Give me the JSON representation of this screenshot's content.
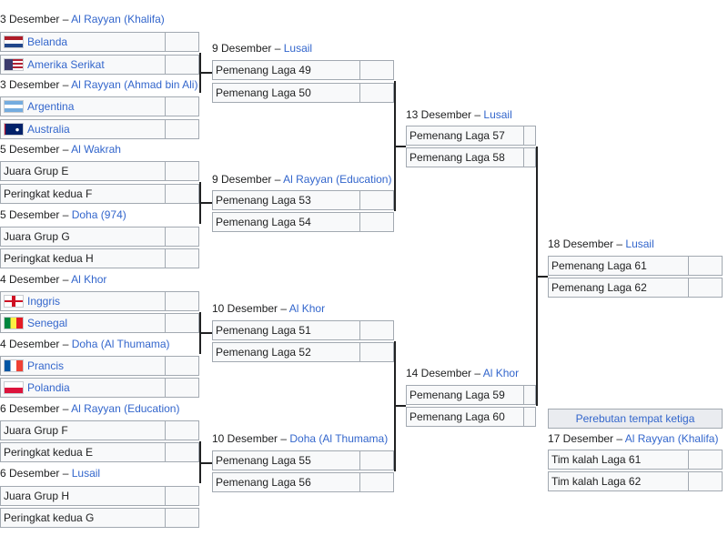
{
  "round_of_16": [
    {
      "date": "3 Desember",
      "venue": "Al Rayyan (Khalifa)",
      "teams": [
        {
          "name": "Belanda",
          "flag": "nl-flag-icon",
          "link": true
        },
        {
          "name": "Amerika Serikat",
          "flag": "us-flag-icon",
          "link": true
        }
      ]
    },
    {
      "date": "3 Desember",
      "venue": "Al Rayyan (Ahmad bin Ali)",
      "teams": [
        {
          "name": "Argentina",
          "flag": "ar-flag-icon",
          "link": true
        },
        {
          "name": "Australia",
          "flag": "au-flag-icon",
          "link": true
        }
      ]
    },
    {
      "date": "5 Desember",
      "venue": "Al Wakrah",
      "teams": [
        {
          "name": "Juara Grup E",
          "link": false
        },
        {
          "name": "Peringkat kedua F",
          "link": false
        }
      ]
    },
    {
      "date": "5 Desember",
      "venue": "Doha (974)",
      "teams": [
        {
          "name": "Juara Grup G",
          "link": false
        },
        {
          "name": "Peringkat kedua H",
          "link": false
        }
      ]
    },
    {
      "date": "4 Desember",
      "venue": "Al Khor",
      "teams": [
        {
          "name": "Inggris",
          "flag": "en-flag-icon",
          "link": true
        },
        {
          "name": "Senegal",
          "flag": "sn-flag-icon",
          "link": true
        }
      ]
    },
    {
      "date": "4 Desember",
      "venue": "Doha (Al Thumama)",
      "teams": [
        {
          "name": "Prancis",
          "flag": "fr-flag-icon",
          "link": true
        },
        {
          "name": "Polandia",
          "flag": "pl-flag-icon",
          "link": true
        }
      ]
    },
    {
      "date": "6 Desember",
      "venue": "Al Rayyan (Education)",
      "teams": [
        {
          "name": "Juara Grup F",
          "link": false
        },
        {
          "name": "Peringkat kedua E",
          "link": false
        }
      ]
    },
    {
      "date": "6 Desember",
      "venue": "Lusail",
      "teams": [
        {
          "name": "Juara Grup H",
          "link": false
        },
        {
          "name": "Peringkat kedua G",
          "link": false
        }
      ]
    }
  ],
  "quarterfinals": [
    {
      "date": "9 Desember",
      "venue": "Lusail",
      "teams": [
        {
          "name": "Pemenang Laga 49"
        },
        {
          "name": "Pemenang Laga 50"
        }
      ]
    },
    {
      "date": "9 Desember",
      "venue": "Al Rayyan (Education)",
      "teams": [
        {
          "name": "Pemenang Laga 53"
        },
        {
          "name": "Pemenang Laga 54"
        }
      ]
    },
    {
      "date": "10 Desember",
      "venue": "Al Khor",
      "teams": [
        {
          "name": "Pemenang Laga 51"
        },
        {
          "name": "Pemenang Laga 52"
        }
      ]
    },
    {
      "date": "10 Desember",
      "venue": "Doha (Al Thumama)",
      "teams": [
        {
          "name": "Pemenang Laga 55"
        },
        {
          "name": "Pemenang Laga 56"
        }
      ]
    }
  ],
  "semifinals": [
    {
      "date": "13 Desember",
      "venue": "Lusail",
      "teams": [
        {
          "name": "Pemenang Laga 57"
        },
        {
          "name": "Pemenang Laga 58"
        }
      ]
    },
    {
      "date": "14 Desember",
      "venue": "Al Khor",
      "teams": [
        {
          "name": "Pemenang Laga 59"
        },
        {
          "name": "Pemenang Laga 60"
        }
      ]
    }
  ],
  "final": {
    "date": "18 Desember",
    "venue": "Lusail",
    "teams": [
      {
        "name": "Pemenang Laga 61"
      },
      {
        "name": "Pemenang Laga 62"
      }
    ]
  },
  "third_place": {
    "title": "Perebutan tempat ketiga",
    "date": "17 Desember",
    "venue": "Al Rayyan (Khalifa)",
    "teams": [
      {
        "name": "Tim kalah Laga 61"
      },
      {
        "name": "Tim kalah Laga 62"
      }
    ]
  },
  "separator": " – "
}
